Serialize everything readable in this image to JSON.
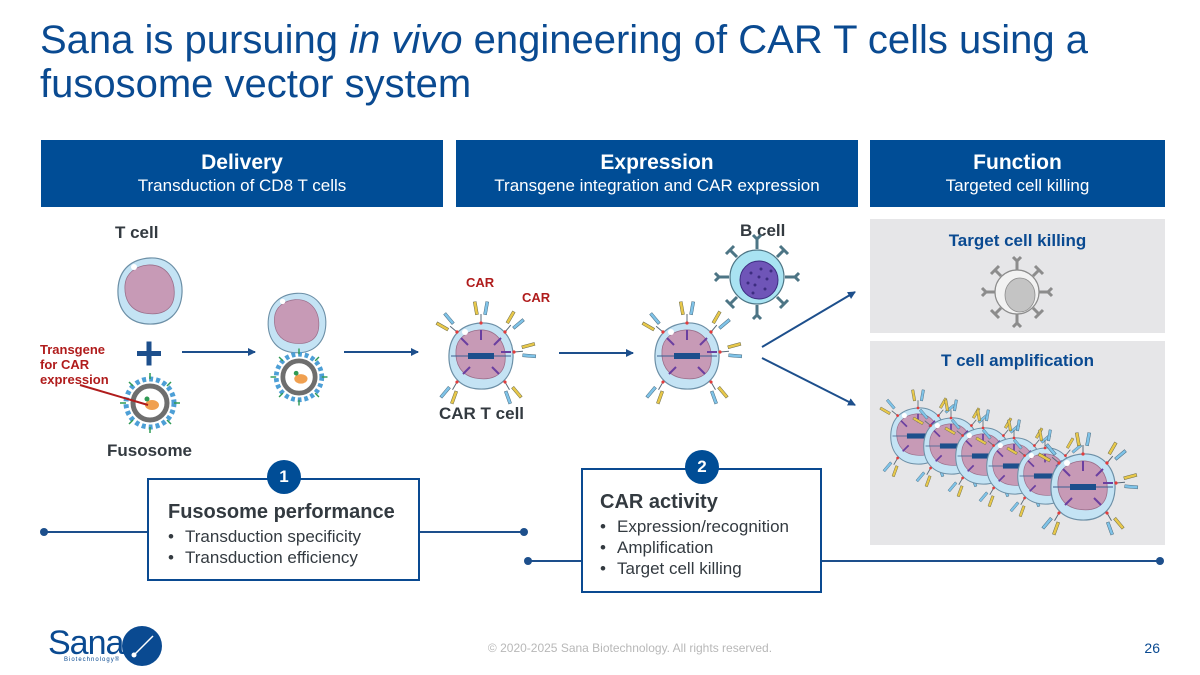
{
  "slide": {
    "title_pre": "Sana is pursuing ",
    "title_italic": "in vivo",
    "title_post": " engineering of CAR T cells using a fusosome vector system",
    "page_number": "26",
    "copyright": "© 2020-2025 Sana Biotechnology. All rights reserved.",
    "logo": {
      "name": "Sana",
      "tagline": "Biotechnology®"
    }
  },
  "phases": [
    {
      "title": "Delivery",
      "subtitle": "Transduction of CD8 T cells"
    },
    {
      "title": "Expression",
      "subtitle": "Transgene integration and CAR expression"
    },
    {
      "title": "Function",
      "subtitle": "Targeted cell killing"
    }
  ],
  "diagram_labels": {
    "t_cell": "T cell",
    "transgene": "Transgene for CAR expression",
    "transgene_lines": [
      "Transgene",
      "for CAR",
      "expression"
    ],
    "fusosome": "Fusosome",
    "car_1": "CAR",
    "car_2": "CAR",
    "car_t_cell": "CAR T cell",
    "b_cell": "B cell"
  },
  "function_panels": [
    {
      "title": "Target cell killing"
    },
    {
      "title": "T cell amplification"
    }
  ],
  "milestones": [
    {
      "number": "1",
      "title": "Fusosome performance",
      "items": [
        "Transduction specificity",
        "Transduction efficiency"
      ]
    },
    {
      "number": "2",
      "title": "CAR activity",
      "items": [
        "Expression/recognition",
        "Amplification",
        "Target cell killing"
      ]
    }
  ],
  "colors": {
    "brand_blue": "#004d96",
    "title_blue": "#0a4a91",
    "label_red": "#b01c1c",
    "panel_gray": "#e6e6e8",
    "cell_nucleus": "#c99bb5",
    "cell_membrane": "#bfe0f2"
  }
}
